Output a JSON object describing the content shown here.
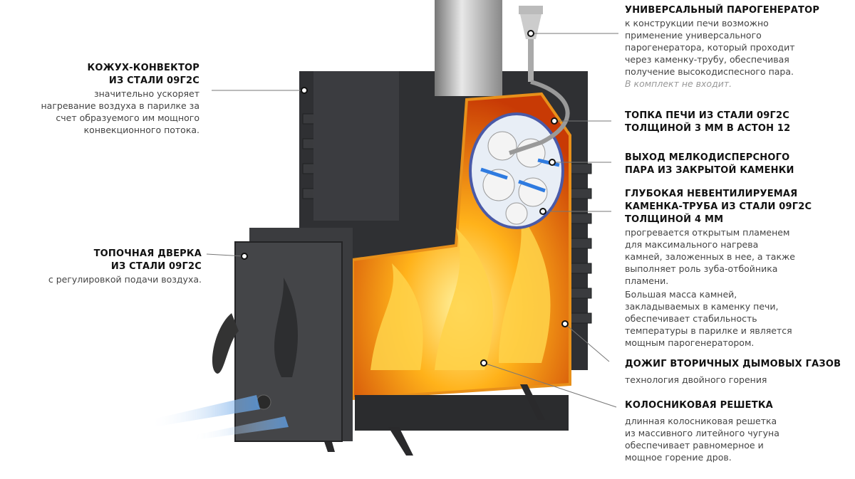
{
  "annotations": {
    "convector": {
      "title1": "КОЖУХ-КОНВЕКТОР",
      "title2": "ИЗ СТАЛИ 09Г2С",
      "lines": [
        "значительно ускоряет",
        "нагревание воздуха в парилке за",
        "счет образуемого им мощного",
        "конвекционного потока."
      ]
    },
    "door": {
      "title1": "ТОПОЧНАЯ ДВЕРКА",
      "title2": "ИЗ СТАЛИ 09Г2С",
      "lines": [
        "с регулировкой подачи воздуха."
      ]
    },
    "steam_generator": {
      "title": "УНИВЕРСАЛЬНЫЙ ПАРОГЕНЕРАТОР",
      "lines": [
        "к конструкции печи возможно",
        "применение универсального",
        "парогенератора, который проходит",
        "через каменку-трубу, обеспечивая",
        "получение высокодиспесного пара."
      ],
      "note": "В комплект не входит."
    },
    "firebox": {
      "title1": "ТОПКА ПЕЧИ ИЗ СТАЛИ 09Г2С",
      "title2": "ТОЛЩИНОЙ 3 ММ В АСТОН 12"
    },
    "steam_exit": {
      "title1": "ВЫХОД МЕЛКОДИСПЕРСНОГО",
      "title2": "ПАРА ИЗ ЗАКРЫТОЙ КАМЕНКИ"
    },
    "kamenka": {
      "title1": "ГЛУБОКАЯ НЕВЕНТИЛИРУЕМАЯ",
      "title2": "КАМЕНКА-ТРУБА ИЗ СТАЛИ 09Г2С",
      "title3": "ТОЛЩИНОЙ 4 ММ",
      "para1": [
        "прогревается открытым пламенем",
        "для максимального нагрева",
        "камней, заложенных в нее, а также",
        "выполняет роль зуба-отбойника",
        "пламени."
      ],
      "para2": [
        "Большая масса камней,",
        "закладываемых в каменку печи,",
        "обеспечивает стабильность",
        "температуры в парилке и является",
        "мощным парогенератором."
      ]
    },
    "afterburn": {
      "title": "ДОЖИГ ВТОРИЧНЫХ ДЫМОВЫХ ГАЗОВ",
      "lines": [
        "технология двойного горения"
      ]
    },
    "grate": {
      "title": "КОЛОСНИКОВАЯ РЕШЕТКА",
      "lines": [
        "длинная колосниковая решетка",
        "из массивного литейного чугуна",
        "обеспечивает равномерное и",
        "мощное горение дров."
      ]
    }
  },
  "colors": {
    "steel": "#2d2e30",
    "flame": "#f5a21a",
    "air": "#6aa6e8",
    "edge": "#e8901a"
  }
}
